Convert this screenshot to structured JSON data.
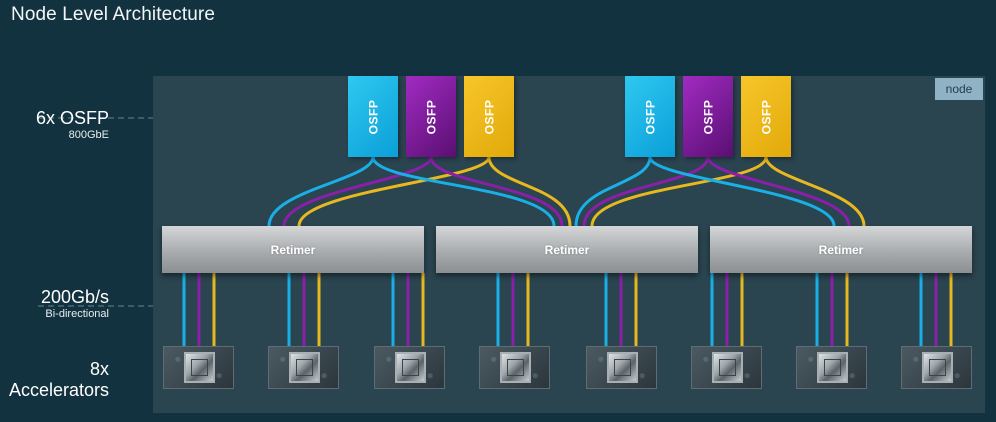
{
  "title": "Node Level Architecture",
  "node_tag": "node",
  "labels": {
    "osfp_main": "6x OSFP",
    "osfp_sub": "800GbE",
    "bandwidth_main": "200Gb/s",
    "bandwidth_sub": "Bi-directional",
    "accelerators_line1": "8x",
    "accelerators_line2": "Accelerators"
  },
  "osfp_ports": [
    {
      "label": "OSFP",
      "color": "#1aafe6"
    },
    {
      "label": "OSFP",
      "color": "#8a1fa8"
    },
    {
      "label": "OSFP",
      "color": "#f0b81a"
    },
    {
      "label": "OSFP",
      "color": "#1aafe6"
    },
    {
      "label": "OSFP",
      "color": "#8a1fa8"
    },
    {
      "label": "OSFP",
      "color": "#f0b81a"
    }
  ],
  "retimers": [
    {
      "label": "Retimer"
    },
    {
      "label": "Retimer"
    },
    {
      "label": "Retimer"
    }
  ],
  "accelerator_count": 8,
  "link_colors": {
    "cyan": "#1aafe6",
    "purple": "#8a1fa8",
    "yellow": "#e8b820"
  }
}
